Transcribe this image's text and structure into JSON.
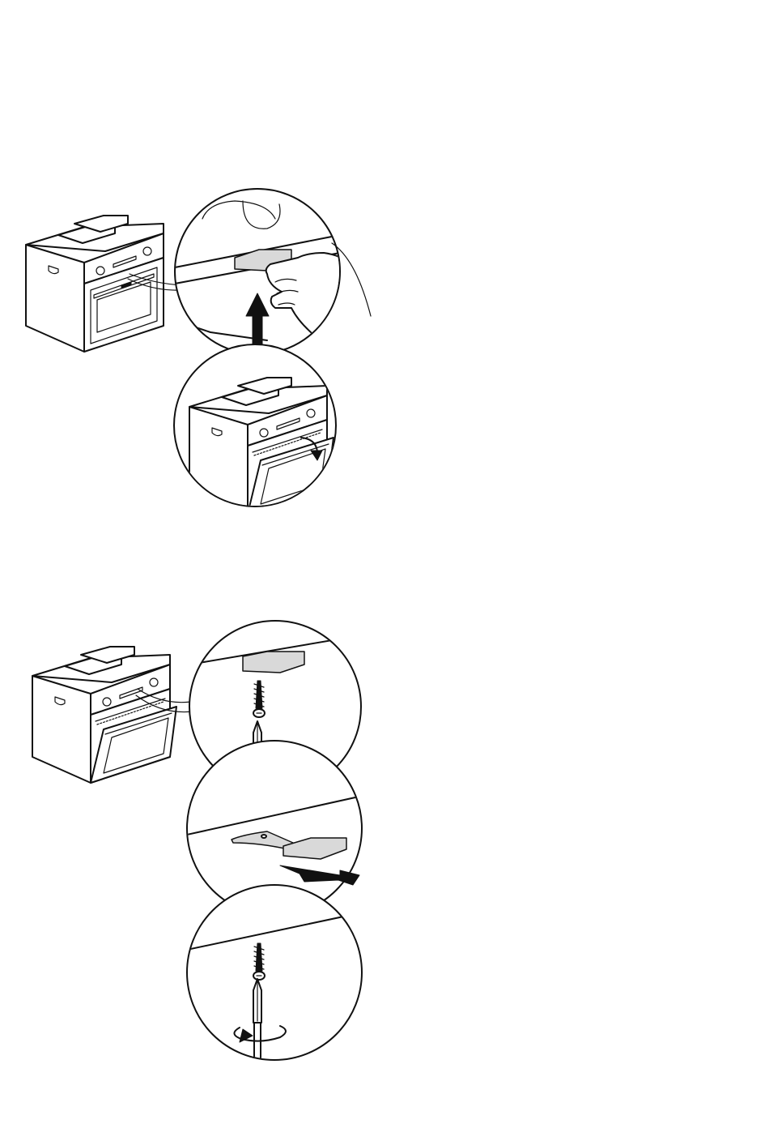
{
  "figures": [
    {
      "name": "door-lock-release",
      "panels": [
        "oven-overview",
        "lift-lock-detail",
        "door-opened"
      ]
    },
    {
      "name": "door-lock-removal",
      "panels": [
        "oven-overview",
        "unscrew-detail",
        "pull-out-lock",
        "screw-back-detail"
      ]
    }
  ],
  "icons": [
    "up-arrow-icon",
    "curved-open-arrow-icon",
    "rotate-arrow-icon",
    "pull-arrow-icon",
    "screw-icon",
    "screwdriver-icon",
    "hand-icon"
  ],
  "colors": {
    "line": "#111111",
    "background": "#ffffff"
  }
}
